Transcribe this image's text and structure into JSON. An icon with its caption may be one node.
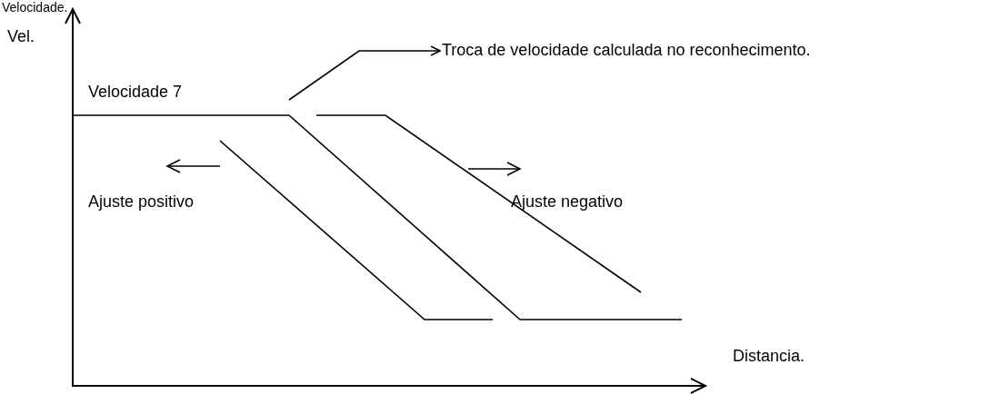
{
  "diagram": {
    "nodes": [
      {
        "text": [
          "Troca de velocidade calculada no reconhecimento."
        ]
      },
      {
        "text": [],
        "shape": "line"
      }
    ],
    "edges": [
      {
        "from": 1,
        "to": 0,
        "arrow": "to"
      }
    ],
    "labels": [
      "Velocidade.",
      "Vel.",
      "Velocidade 7",
      "Ajuste positivo",
      "Ajuste negativo",
      "Distancia."
    ]
  }
}
